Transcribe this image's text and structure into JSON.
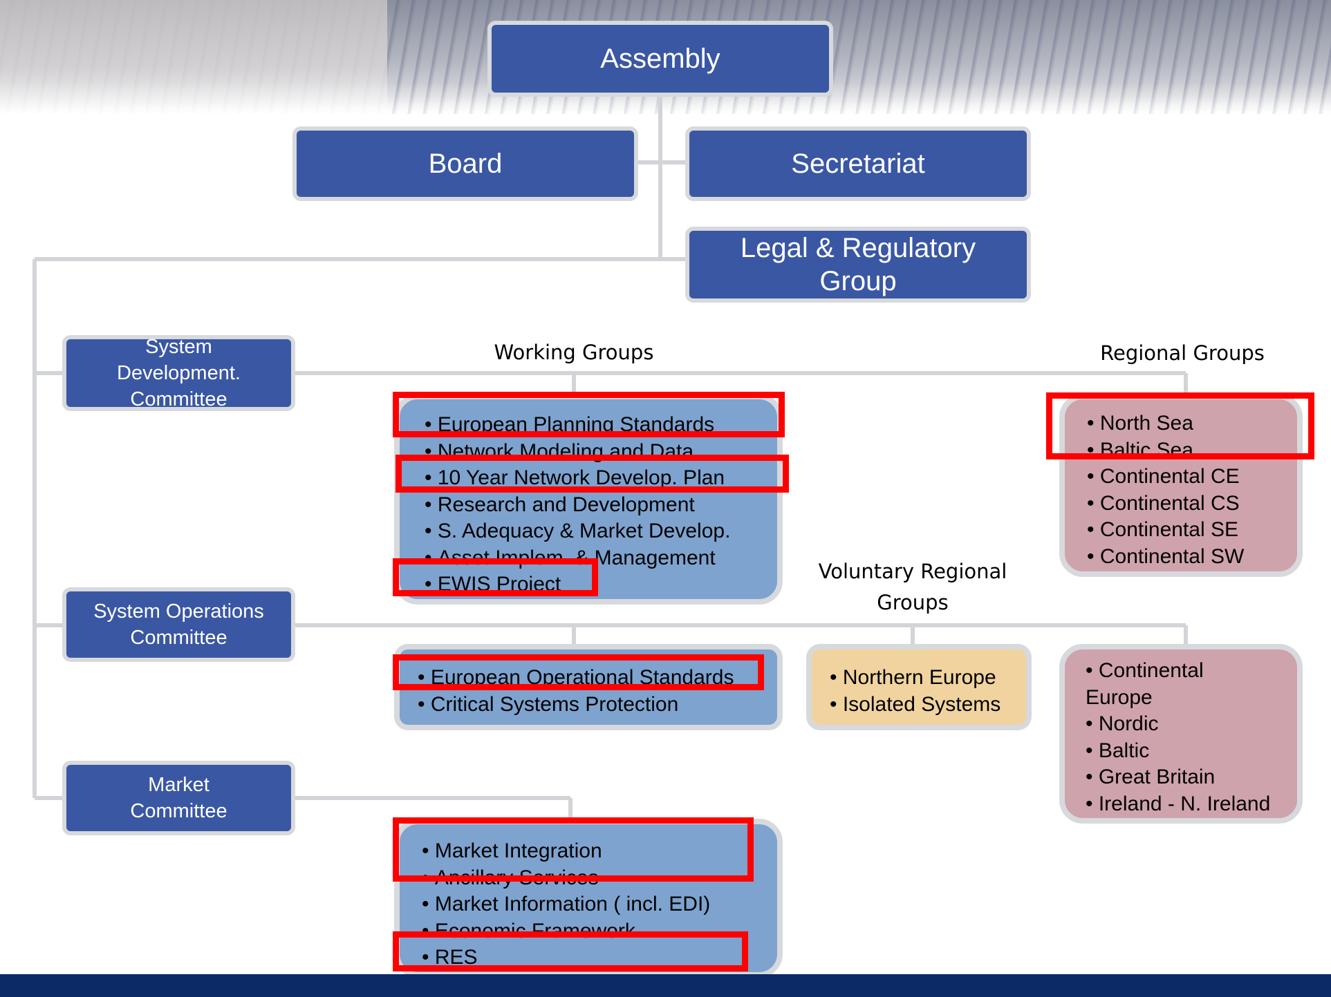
{
  "header": {
    "top_box": "Assembly"
  },
  "level2": {
    "board": "Board",
    "secretariat": "Secretariat"
  },
  "legal": {
    "label": "Legal & Regulatory Group"
  },
  "committees": {
    "sdc": "System Development. Committee",
    "soc": "System Operations Committee",
    "mc": "Market Committee"
  },
  "group_labels": {
    "working": "Working Groups",
    "regional": "Regional Groups",
    "voluntary": "Voluntary Regional Groups"
  },
  "sdc_working_groups": [
    "European Planning Standards",
    "Network Modeling and Data",
    "10 Year Network Develop. Plan",
    "Research and Development",
    "S. Adequacy & Market Develop.",
    "Asset Implem. & Management",
    "EWIS Project"
  ],
  "sdc_regional_groups": [
    "North Sea",
    "Baltic Sea",
    "Continental CE",
    "Continental CS",
    "Continental SE",
    "Continental SW"
  ],
  "soc_working_groups": [
    "European Operational Standards",
    "Critical Systems Protection"
  ],
  "soc_voluntary_groups": [
    "Northern Europe",
    "Isolated Systems"
  ],
  "soc_regional_groups": [
    "Continental Europe",
    "Nordic",
    "Baltic",
    "Great Britain",
    "Ireland - N. Ireland"
  ],
  "mc_working_groups": [
    "Market Integration",
    "Ancillary Services",
    "Market Information ( incl. EDI)",
    "Economic Framework",
    "RES"
  ],
  "colors": {
    "committee_box": "#3a57a3",
    "working_panel": "#7ea3cf",
    "regional_panel": "#cfa3ab",
    "voluntary_panel": "#f0d39f",
    "highlight": "#ff0000",
    "footer": "#0c2a66"
  }
}
